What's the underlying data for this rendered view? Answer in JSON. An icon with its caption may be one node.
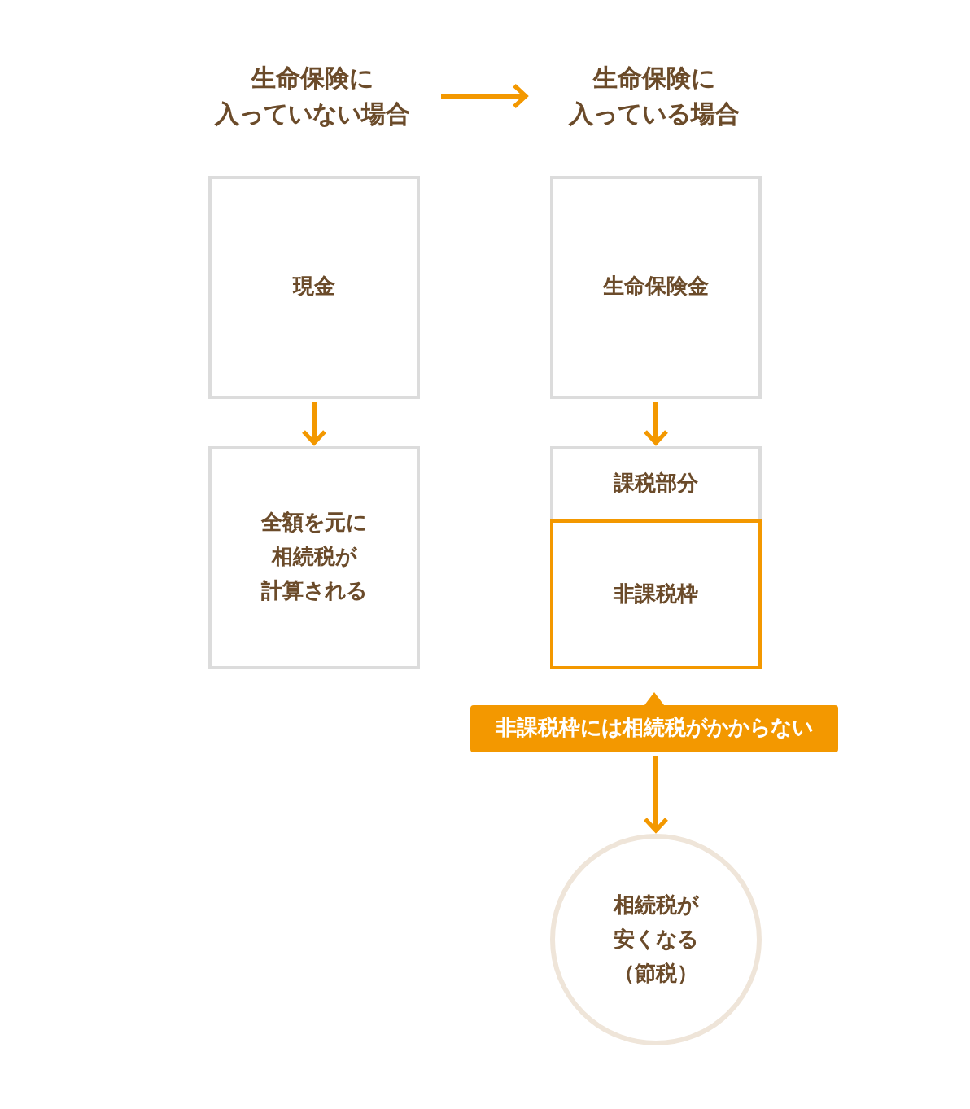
{
  "diagram": {
    "nodes": [
      {
        "text": [
          "生命保険に入っていない場合"
        ]
      },
      {
        "text": [
          "生命保険に入っている場合"
        ]
      },
      {
        "text": [
          "現金"
        ]
      },
      {
        "text": [
          "全額を元に相続税が計算される"
        ]
      },
      {
        "text": [
          "生命保険金"
        ]
      },
      {
        "text": [
          "課税部分"
        ]
      },
      {
        "text": [
          "非課税枠"
        ],
        "in": 5
      },
      {
        "text": [
          "非課税枠には相続税がかからない"
        ]
      },
      {
        "text": [
          "相続税が安くなる（節税）"
        ]
      }
    ],
    "edges": [
      {
        "from": 0,
        "to": 1,
        "arrow": "to"
      },
      {
        "from": 2,
        "to": 3,
        "arrow": "to"
      },
      {
        "from": 4,
        "to": 5,
        "arrow": "to"
      },
      {
        "from": 7,
        "to": 8,
        "arrow": "to"
      }
    ]
  }
}
